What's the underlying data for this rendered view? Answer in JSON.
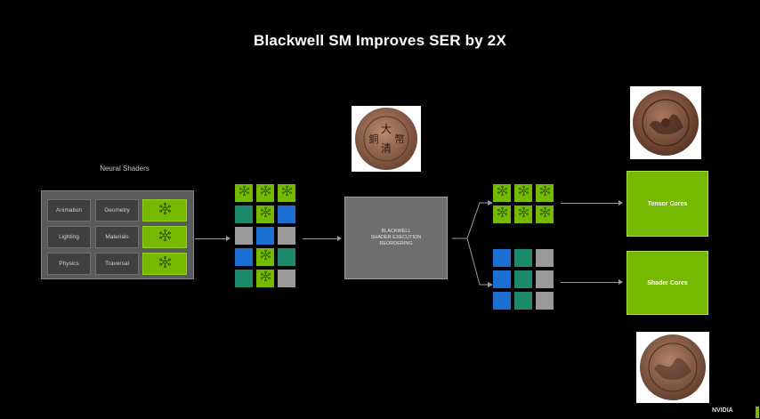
{
  "title": "Blackwell SM Improves SER by 2X",
  "neural_shaders": {
    "label": "Neural Shaders",
    "items": [
      "Animation",
      "Geometry",
      "Lighting",
      "Materials",
      "Physics",
      "Traversal"
    ]
  },
  "ser_box": {
    "lines": [
      "BLACKWELL",
      "SHADER EXECUTION",
      "REORDERING"
    ]
  },
  "outputs": {
    "tensor": "Tensor Cores",
    "shader": "Shader Cores"
  },
  "logo": "NVIDIA",
  "grids": {
    "input": [
      [
        "g",
        "g",
        "g"
      ],
      [
        "t",
        "g",
        "b"
      ],
      [
        "gr",
        "b",
        "gr"
      ],
      [
        "b",
        "g",
        "t"
      ],
      [
        "t",
        "g",
        "gr"
      ]
    ],
    "top": [
      [
        "g",
        "g",
        "g"
      ],
      [
        "g",
        "g",
        "g"
      ]
    ],
    "bottom": [
      [
        "b",
        "t",
        "gr"
      ],
      [
        "b",
        "t",
        "gr"
      ],
      [
        "b",
        "t",
        "gr"
      ]
    ]
  },
  "colors": {
    "green": "#76b900",
    "teal": "#1a8a6a",
    "blue": "#1a6fd0",
    "gray": "#9a9a9a",
    "background": "#000000"
  },
  "icons": {
    "green_cell": "neural-network-icon",
    "coins": "copper-coin-photo"
  }
}
